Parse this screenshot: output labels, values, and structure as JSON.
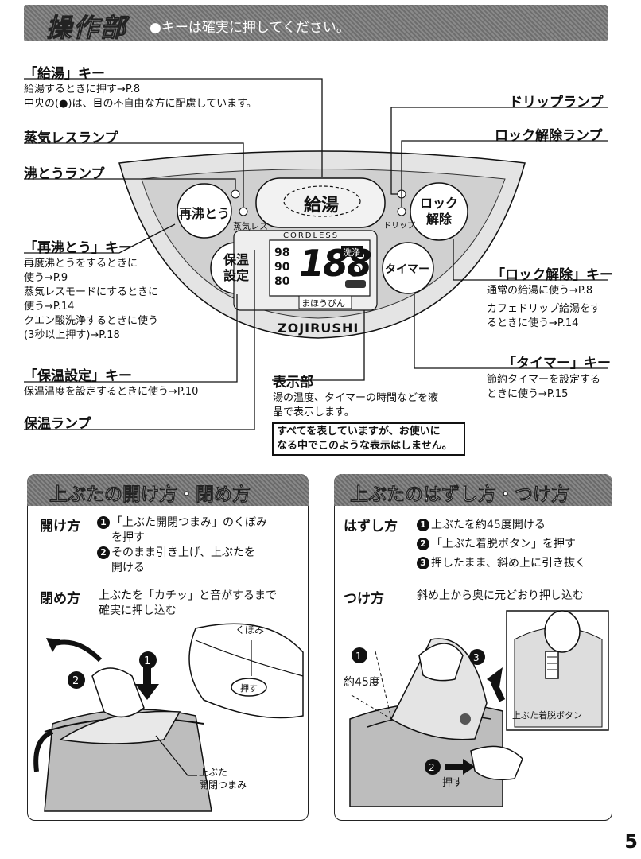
{
  "header": {
    "title": "操作部",
    "note": "●キーは確実に押してください。"
  },
  "callouts": {
    "kyuto_key": {
      "title": "「給湯」キー",
      "lines": [
        "給湯するときに押す→P.8",
        "中央の(●)は、目の不自由な方に配慮しています。"
      ]
    },
    "jouki_lamp": {
      "title": "蒸気レスランプ"
    },
    "futto_lamp": {
      "title": "沸とうランプ"
    },
    "saifutto_key": {
      "title": "「再沸とう」キー",
      "lines": [
        "再度沸とうをするときに",
        "使う→P.9",
        "蒸気レスモードにするときに",
        "使う→P.14",
        "クエン酸洗浄するときに使う",
        "(3秒以上押す)→P.18"
      ]
    },
    "hoon_key": {
      "title": "「保温設定」キー",
      "lines": [
        "保温温度を設定するときに使う→P.10"
      ]
    },
    "hoon_lamp": {
      "title": "保温ランプ"
    },
    "drip_lamp": {
      "title": "ドリップランプ"
    },
    "lock_lamp": {
      "title": "ロック解除ランプ"
    },
    "lock_key": {
      "title": "「ロック解除」キー",
      "lines": [
        "通常の給湯に使う→P.8",
        "カフェドリップ給湯をす",
        "るときに使う→P.14"
      ]
    },
    "timer_key": {
      "title": "「タイマー」キー",
      "lines": [
        "節約タイマーを設定する",
        "ときに使う→P.15"
      ]
    },
    "display": {
      "title": "表示部",
      "lines": [
        "湯の温度、タイマーの時間などを液",
        "晶で表示します。"
      ]
    },
    "display_note": [
      "すべてを表していますが、お使いに",
      "なる中でこのような表示はしません。"
    ]
  },
  "panel": {
    "kyuto": "給湯",
    "saifutto": "再沸とう",
    "lock": [
      "ロック",
      "解除"
    ],
    "hoon": [
      "保温",
      "設定"
    ],
    "timer": "タイマー",
    "jouki_label": "蒸気レス",
    "drip_label": "ドリップ",
    "cordless": "CORDLESS",
    "temps": [
      "98",
      "90",
      "80"
    ],
    "digits": "188",
    "senjo": "洗浄",
    "mahoubin": "まほうびん",
    "brand": "ZOJIRUSHI"
  },
  "left_section": {
    "title": "上ぶたの開け方・閉め方",
    "open_head": "開け方",
    "open_steps": [
      "「上ぶた開閉つまみ」のくぼみ",
      "を押す",
      "そのまま引き上げ、上ぶたを",
      "開ける"
    ],
    "close_head": "閉め方",
    "close_steps": [
      "上ぶたを「カチッ」と音がするまで",
      "確実に押し込む"
    ],
    "labels": {
      "kubomi": "くぼみ",
      "osu": "押す",
      "knob": [
        "上ぶた",
        "開閉つまみ"
      ]
    }
  },
  "right_section": {
    "title": "上ぶたのはずし方・つけ方",
    "remove_head": "はずし方",
    "remove_steps": [
      "上ぶたを約45度開ける",
      "「上ぶた着脱ボタン」を押す",
      "押したまま、斜め上に引き抜く"
    ],
    "attach_head": "つけ方",
    "attach_step": "斜め上から奥に元どおり押し込む",
    "labels": {
      "angle": "約45度",
      "osu": "押す",
      "button": "上ぶた着脱ボタン"
    }
  },
  "page_number": "5"
}
